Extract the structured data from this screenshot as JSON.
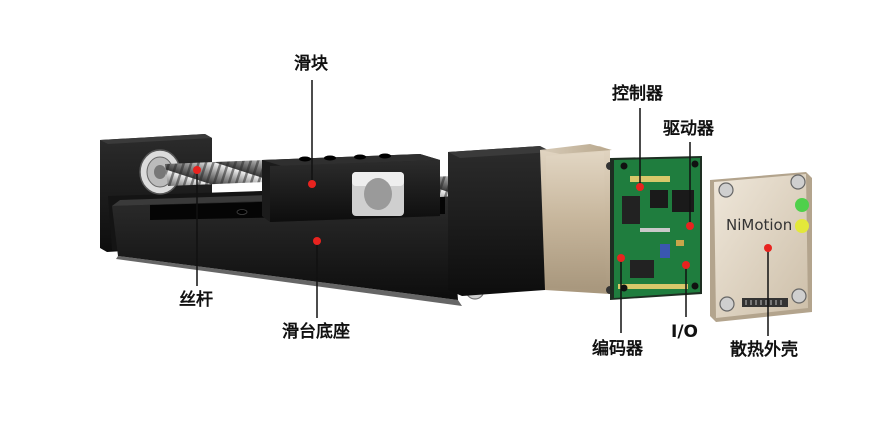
{
  "labels": {
    "slider": "滑块",
    "lead_screw": "丝杆",
    "slide_base": "滑台底座",
    "controller": "控制器",
    "driver": "驱动器",
    "encoder": "编码器",
    "io": "I/O",
    "heat_sink_shell": "散热外壳"
  },
  "brand": "NiMotion",
  "colors": {
    "marker": "#e8231f",
    "leader": "#111111",
    "pcb": "#1f7d3e",
    "motor": "#c9b9a1",
    "rail": "#1a1a1a",
    "led_top": "#4fd04b",
    "led_bottom": "#e3e83a"
  }
}
